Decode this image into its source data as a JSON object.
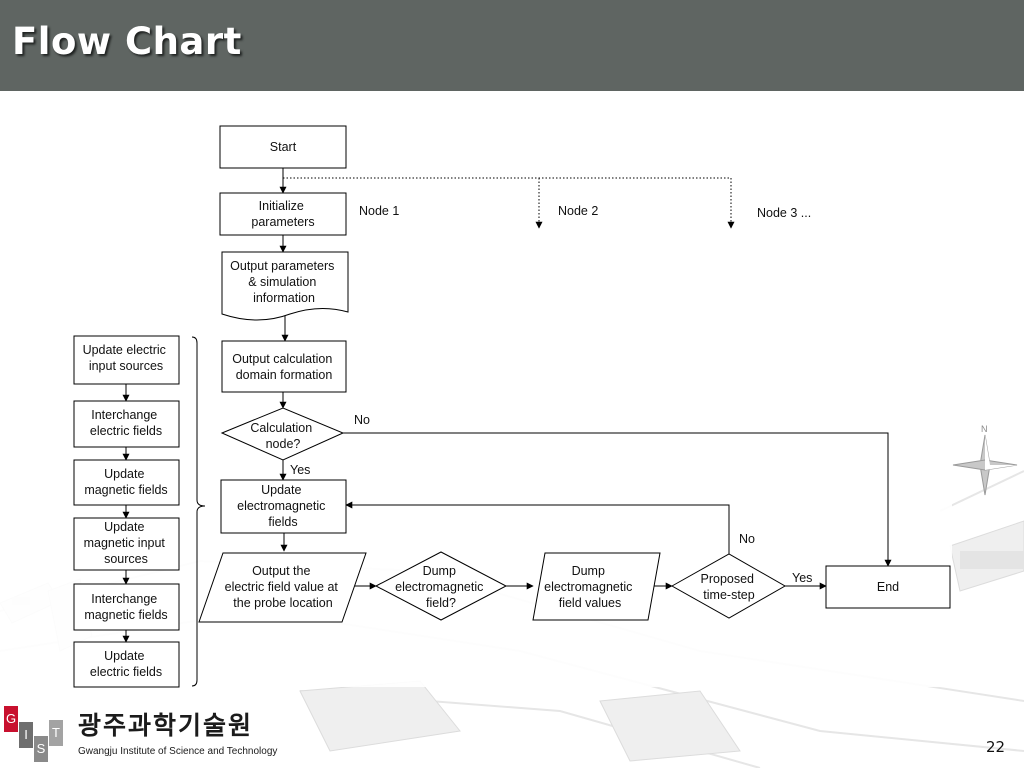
{
  "slide": {
    "title": "Flow Chart",
    "page_number": "22"
  },
  "institution": {
    "letters": [
      "G",
      "I",
      "S",
      "T"
    ],
    "korean_name": "광주과학기술원",
    "english_name": "Gwangju Institute of Science and Technology"
  },
  "compass": {
    "north_label": "N"
  },
  "flowchart": {
    "nodes": {
      "start": [
        "Start"
      ],
      "init_params": [
        "Initialize",
        "parameters"
      ],
      "output_params": [
        "Output parameters",
        "& simulation",
        "information"
      ],
      "output_domain": [
        "Output calculation",
        "domain formation"
      ],
      "calc_node": [
        "Calculation",
        "node?"
      ],
      "update_em": [
        "Update",
        "electromagnetic",
        "fields"
      ],
      "output_field": [
        "Output the",
        "electric field value at",
        "the probe location"
      ],
      "dump_decision": [
        "Dump",
        "electromagnetic",
        "field?"
      ],
      "dump_values": [
        "Dump",
        "electromagnetic",
        "field values"
      ],
      "proposed": [
        "Proposed",
        "time-step"
      ],
      "end": [
        "End"
      ]
    },
    "sub_steps": [
      [
        "Update electric",
        "input sources"
      ],
      [
        "Interchange",
        "electric fields"
      ],
      [
        "Update",
        "magnetic fields"
      ],
      [
        "Update",
        "magnetic input",
        "sources"
      ],
      [
        "Interchange",
        "magnetic fields"
      ],
      [
        "Update",
        "electric fields"
      ]
    ],
    "labels": {
      "node1": "Node 1",
      "node2": "Node 2",
      "node3": "Node 3 ...",
      "no_calc": "No",
      "yes_calc": "Yes",
      "no_proposed": "No",
      "yes_proposed": "Yes"
    }
  }
}
